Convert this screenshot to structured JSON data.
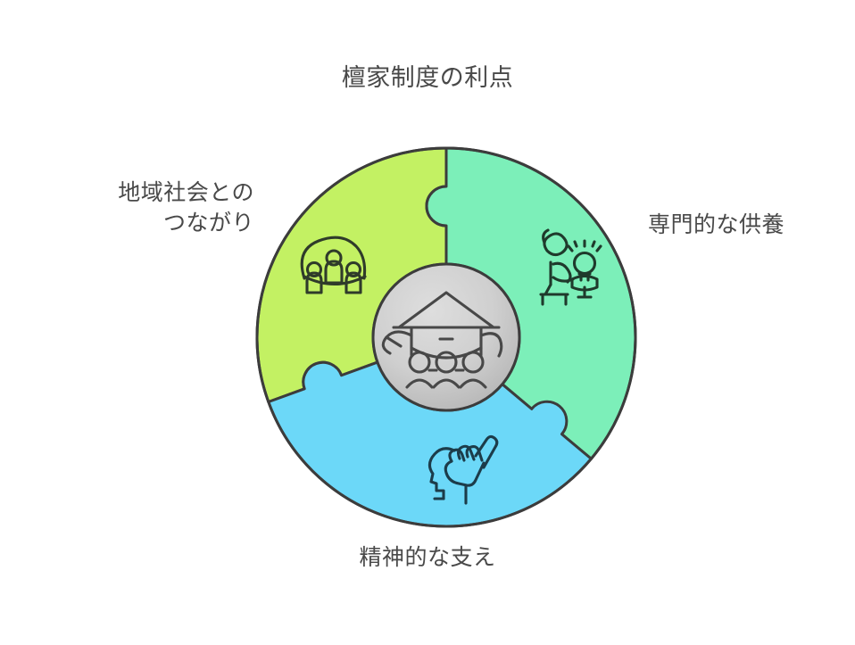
{
  "diagram": {
    "type": "puzzle-circle",
    "title": "檀家制度の利点",
    "center": {
      "icon": "temple-with-people-icon",
      "fill_from": "#d6d6d6",
      "fill_to": "#b8b8b8"
    },
    "segments": [
      {
        "id": "community",
        "label": "地域社会との\nつながり",
        "position": "left",
        "color": "#c3f163",
        "icon": "group-of-people-icon"
      },
      {
        "id": "memorial",
        "label": "専門的な供養",
        "position": "right",
        "color": "#7cefb9",
        "icon": "monk-praying-icon"
      },
      {
        "id": "spiritual",
        "label": "精神的な支え",
        "position": "bottom",
        "color": "#6cd8f8",
        "icon": "head-and-hand-icon"
      }
    ],
    "stroke_color": "#3c3c3c",
    "background": "#ffffff"
  }
}
